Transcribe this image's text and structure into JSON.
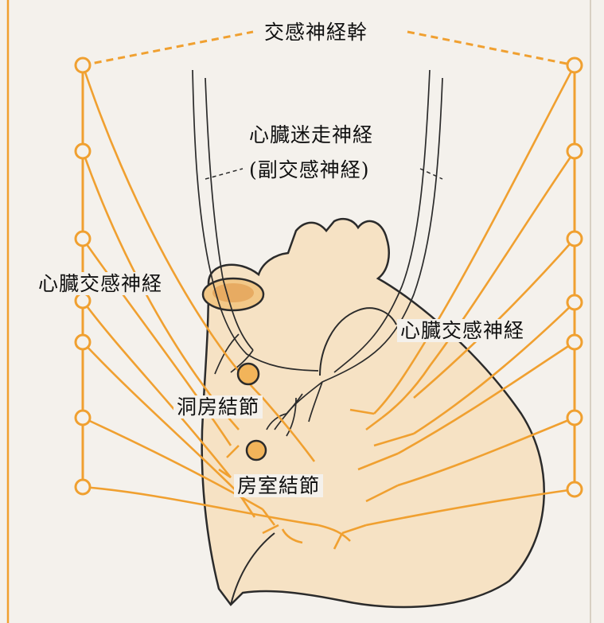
{
  "labels": {
    "sympathetic_trunk": "交感神経幹",
    "cardiac_vagus_line1": "心臓迷走神経",
    "cardiac_vagus_line2": "(副交感神経)",
    "cardiac_sympathetic_left": "心臓交感神経",
    "cardiac_sympathetic_right": "心臓交感神経",
    "sinoatrial_node": "洞房結節",
    "atrioventricular_node": "房室結節"
  },
  "colors": {
    "nerve": "#f0a030",
    "heart_fill": "#f6e2c4",
    "outline": "#2b2b2b",
    "node_fill": "#f2b45a",
    "background": "#f4f1ec"
  }
}
